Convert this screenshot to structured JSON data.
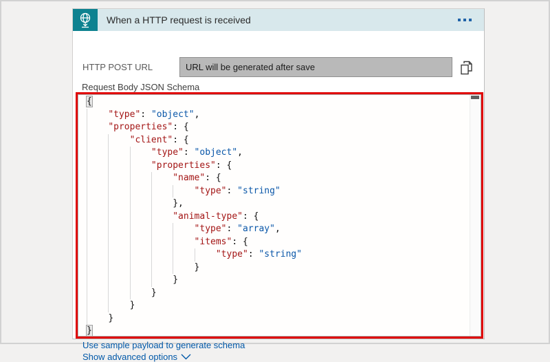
{
  "header": {
    "title": "When a HTTP request is received",
    "menu_icon": "more-options-ellipsis",
    "trigger_icon": "http-request-globe",
    "icon_bg_color": "#0e8290",
    "header_bg_color": "#d8e8ec"
  },
  "http_post_url": {
    "label": "HTTP POST URL",
    "value": "URL will be generated after save",
    "copy_icon": "copy-pages"
  },
  "schema_editor": {
    "label": "Request Body JSON Schema",
    "border_color": "#e00000",
    "key_color": "#a31515",
    "string_color": "#0a57a9",
    "highlight_lines": [
      0,
      18
    ],
    "code_lines": [
      "{",
      "    \"type\": \"object\",",
      "    \"properties\": {",
      "        \"client\": {",
      "            \"type\": \"object\",",
      "            \"properties\": {",
      "                \"name\": {",
      "                    \"type\": \"string\"",
      "                },",
      "                \"animal-type\": {",
      "                    \"type\": \"array\",",
      "                    \"items\": {",
      "                        \"type\": \"string\"",
      "                    }",
      "                }",
      "            }",
      "        }",
      "    }",
      "}"
    ]
  },
  "footer_links": {
    "sample_payload": "Use sample payload to generate schema",
    "advanced_options": "Show advanced options",
    "advanced_options_icon": "chevron-down",
    "link_color": "#0058a8"
  }
}
